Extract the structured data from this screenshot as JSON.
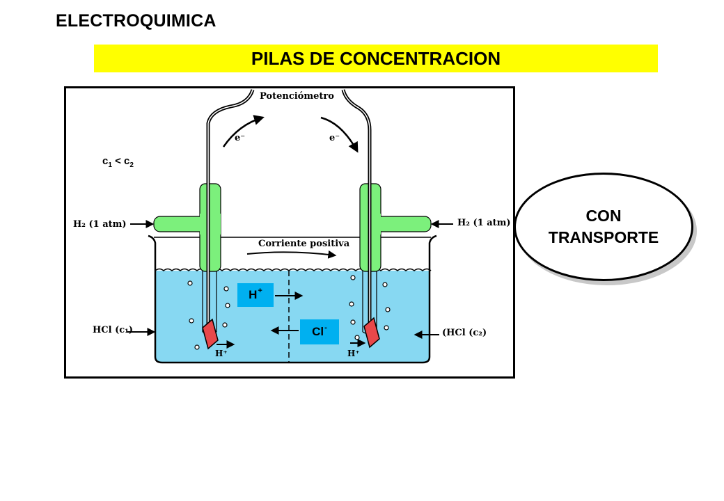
{
  "header": {
    "title": "ELECTROQUIMICA"
  },
  "banner": {
    "title": "PILAS DE CONCENTRACION",
    "color": "#ffff00"
  },
  "diagram": {
    "concentration": {
      "c1": "c",
      "c1_sub": "1",
      "relation": "<",
      "c2": "c",
      "c2_sub": "2"
    },
    "potentiometer_label": "Potenciómetro",
    "electron_left": "e⁻",
    "electron_right": "e⁻",
    "gas_left": "H₂ (1 atm)",
    "gas_right": "H₂ (1 atm)",
    "current_label": "Corriente positiva",
    "solution_left": "HCl (c₁)",
    "solution_right": "(HCl (c₂)",
    "ion_h": {
      "symbol": "H",
      "charge": "+"
    },
    "ion_cl": {
      "symbol": "Cl",
      "charge": "-"
    },
    "proton_left": "H⁺",
    "proton_right": "H⁺",
    "colors": {
      "solution": "#87d8f2",
      "tube": "#7cf07c",
      "electrode": "#e8484a",
      "ion_box": "#00b0f0"
    }
  },
  "badge": {
    "line1": "CON",
    "line2": "TRANSPORTE"
  }
}
